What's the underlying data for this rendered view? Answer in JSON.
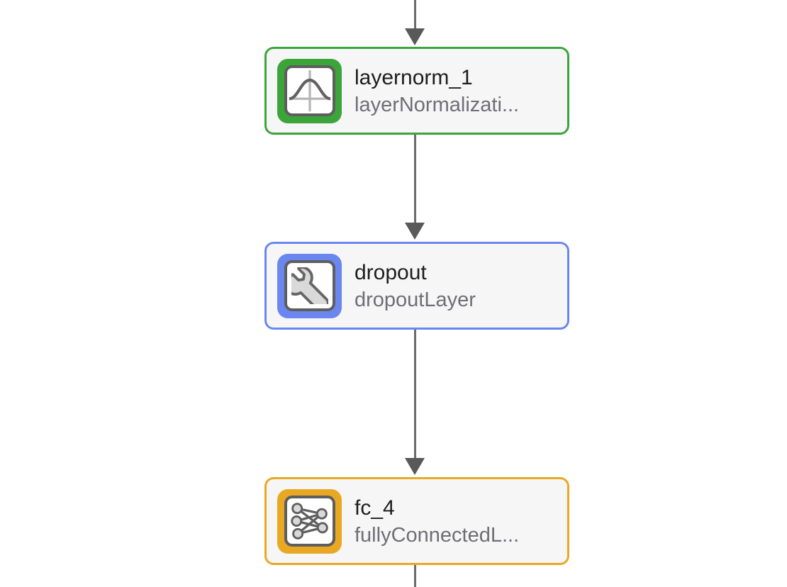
{
  "canvas": {
    "background": "#ffffff",
    "node_background": "#f6f6f6",
    "connector_line_color": "#6b6b6b",
    "connector_arrow_color": "#595959"
  },
  "nodes": [
    {
      "title": "layernorm_1",
      "subtitle": "layerNormalizati...",
      "accent": "#3ca53a",
      "icon": "layer-normalization-icon"
    },
    {
      "title": "dropout",
      "subtitle": "dropoutLayer",
      "accent": "#6b87ef",
      "icon": "wrench-icon"
    },
    {
      "title": "fc_4",
      "subtitle": "fullyConnectedL...",
      "accent": "#e9a824",
      "icon": "fully-connected-icon"
    }
  ],
  "edges": [
    {
      "from": "offscreen-top",
      "to": "layernorm_1",
      "arrow": true
    },
    {
      "from": "layernorm_1",
      "to": "dropout",
      "arrow": true
    },
    {
      "from": "dropout",
      "to": "fc_4",
      "arrow": true
    },
    {
      "from": "fc_4",
      "to": "offscreen-bottom",
      "arrow": false
    }
  ]
}
